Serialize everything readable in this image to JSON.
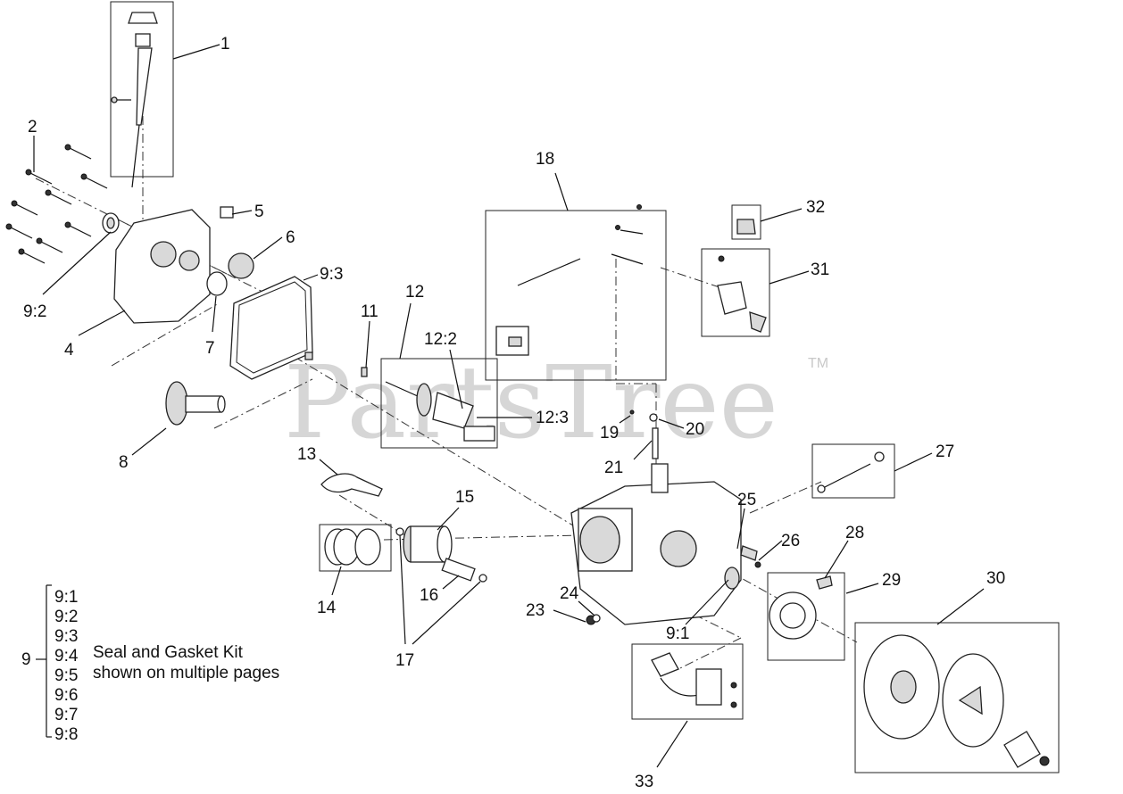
{
  "watermark": {
    "text": "PartsTree",
    "trademark": "TM"
  },
  "callouts": [
    {
      "id": "c1",
      "label": "1"
    },
    {
      "id": "c2",
      "label": "2"
    },
    {
      "id": "c92",
      "label": "9:2"
    },
    {
      "id": "c4",
      "label": "4"
    },
    {
      "id": "c5",
      "label": "5"
    },
    {
      "id": "c6",
      "label": "6"
    },
    {
      "id": "c93",
      "label": "9:3"
    },
    {
      "id": "c7",
      "label": "7"
    },
    {
      "id": "c11",
      "label": "11"
    },
    {
      "id": "c12",
      "label": "12"
    },
    {
      "id": "c122",
      "label": "12:2"
    },
    {
      "id": "c123",
      "label": "12:3"
    },
    {
      "id": "c8",
      "label": "8"
    },
    {
      "id": "c13",
      "label": "13"
    },
    {
      "id": "c15",
      "label": "15"
    },
    {
      "id": "c14",
      "label": "14"
    },
    {
      "id": "c16",
      "label": "16"
    },
    {
      "id": "c17",
      "label": "17"
    },
    {
      "id": "c18",
      "label": "18"
    },
    {
      "id": "c19",
      "label": "19"
    },
    {
      "id": "c20",
      "label": "20"
    },
    {
      "id": "c21",
      "label": "21"
    },
    {
      "id": "c32",
      "label": "32"
    },
    {
      "id": "c31",
      "label": "31"
    },
    {
      "id": "c27",
      "label": "27"
    },
    {
      "id": "c25",
      "label": "25"
    },
    {
      "id": "c26",
      "label": "26"
    },
    {
      "id": "c28",
      "label": "28"
    },
    {
      "id": "c29",
      "label": "29"
    },
    {
      "id": "c30",
      "label": "30"
    },
    {
      "id": "c24",
      "label": "24"
    },
    {
      "id": "c23",
      "label": "23"
    },
    {
      "id": "c91",
      "label": "9:1"
    },
    {
      "id": "c33",
      "label": "33"
    }
  ],
  "kit": {
    "number": "9",
    "items": [
      "9:1",
      "9:2",
      "9:3",
      "9:4",
      "9:5",
      "9:6",
      "9:7",
      "9:8"
    ],
    "description_line1": "Seal and Gasket Kit",
    "description_line2": "shown on multiple pages"
  }
}
